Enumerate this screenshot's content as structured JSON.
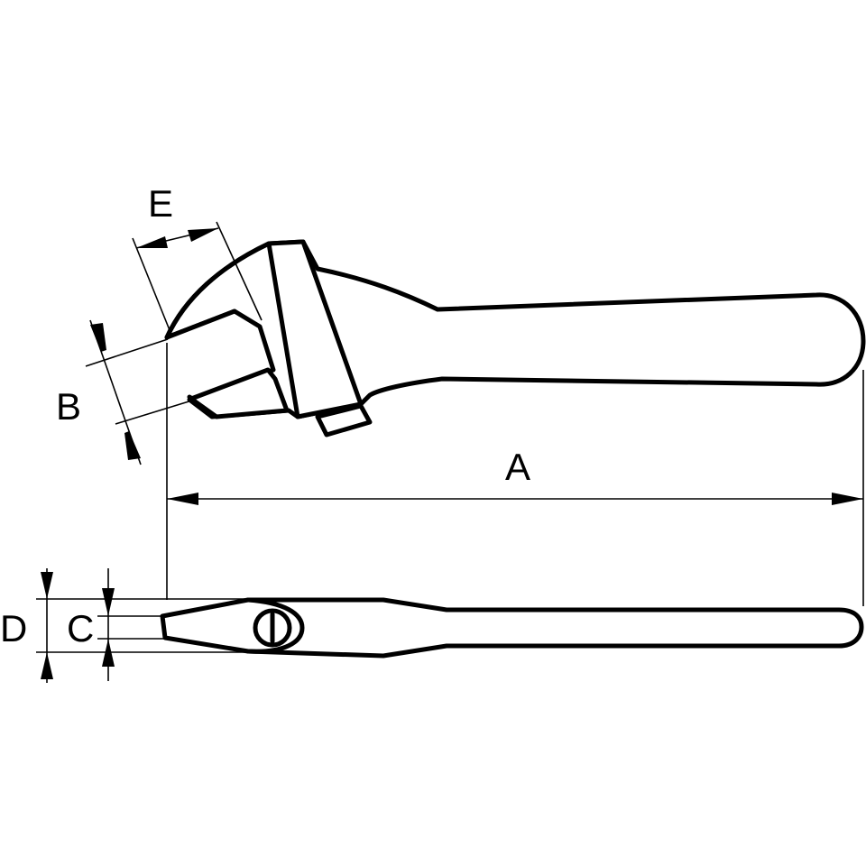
{
  "diagram": {
    "subject": "adjustable-wrench",
    "stroke_color": "#000000",
    "background_color": "#ffffff",
    "dimension_labels": {
      "A": "A",
      "B": "B",
      "C": "C",
      "D": "D",
      "E": "E"
    }
  }
}
